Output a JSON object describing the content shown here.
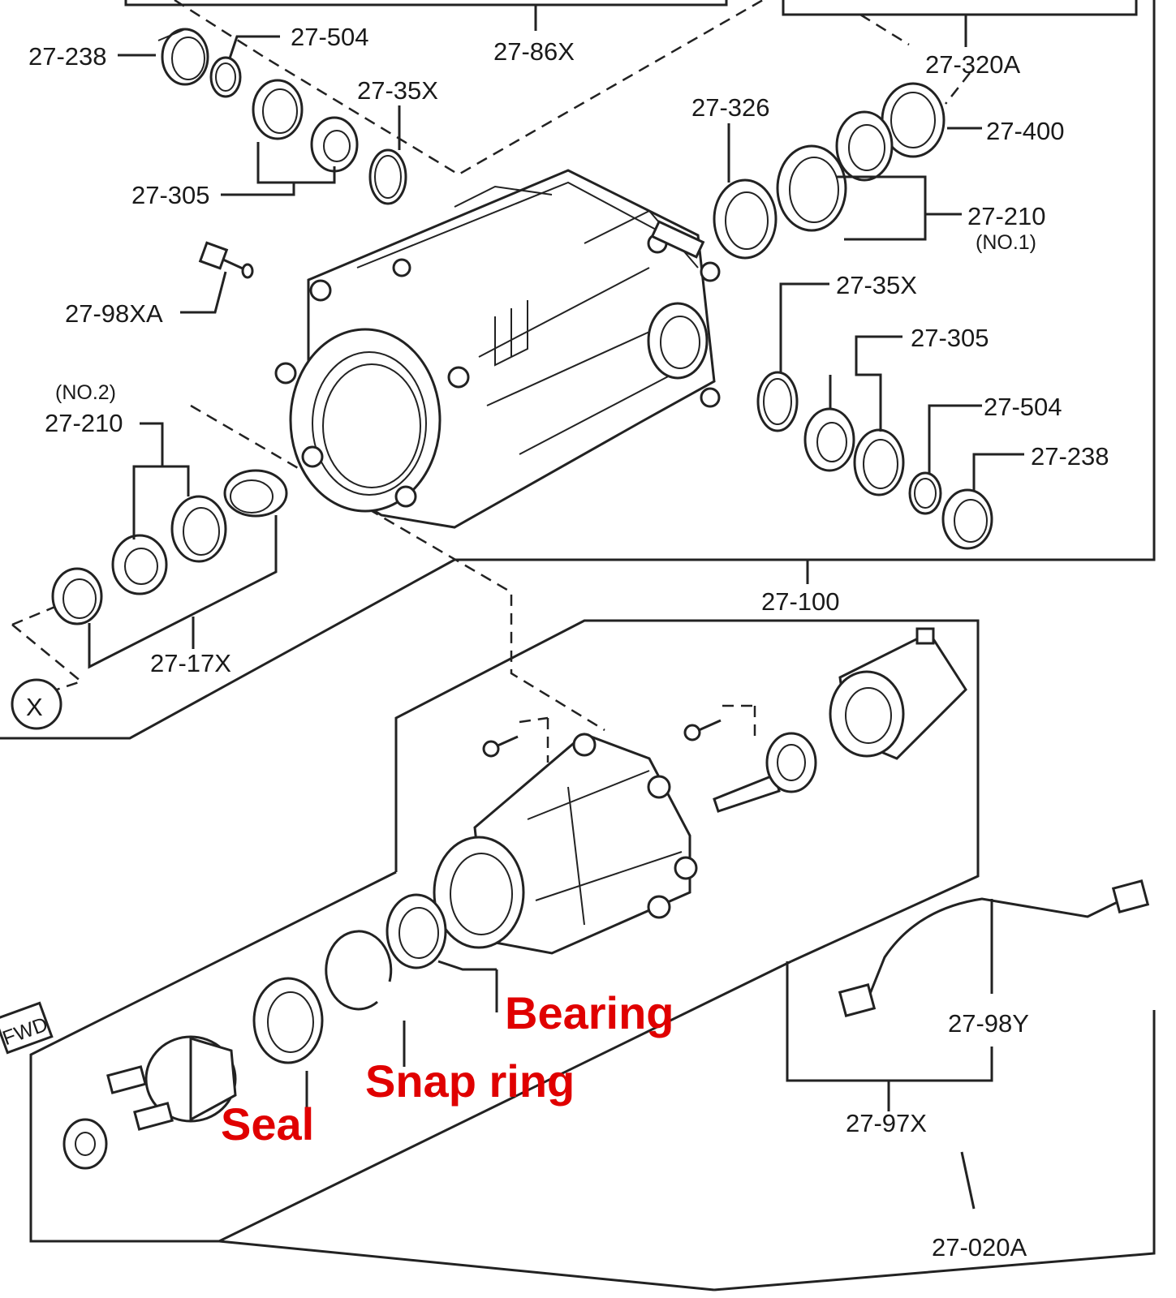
{
  "diagram": {
    "labels": {
      "l_27_238_top": "27-238",
      "l_27_504_top": "27-504",
      "l_27_86x": "27-86X",
      "l_27_320a": "27-320A",
      "l_27_35x_top": "27-35X",
      "l_27_326": "27-326",
      "l_27_400": "27-400",
      "l_27_305_top": "27-305",
      "l_27_210_no1": "27-210",
      "l_no1": "(NO.1)",
      "l_27_98xa": "27-98XA",
      "l_27_35x_right": "27-35X",
      "l_27_305_right": "27-305",
      "l_no2": "(NO.2)",
      "l_27_210_no2": "27-210",
      "l_27_504_right": "27-504",
      "l_27_238_right": "27-238",
      "l_27_100": "27-100",
      "l_27_17x": "27-17X",
      "l_x": "X",
      "l_fwd": "FWD",
      "l_27_98y": "27-98Y",
      "l_27_97x": "27-97X",
      "l_27_020a": "27-020A"
    },
    "annotations": {
      "bearing": "Bearing",
      "snap_ring": "Snap ring",
      "seal": "Seal"
    },
    "annotation_color": "#e00000"
  }
}
